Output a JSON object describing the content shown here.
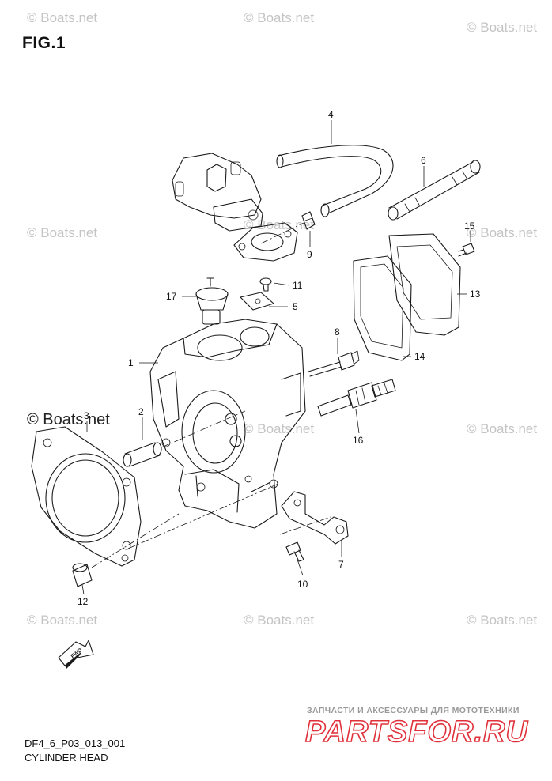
{
  "figure_title": "FIG.1",
  "watermark": "© Boats.net",
  "drawing_code": "DF4_6_P03_013_001",
  "caption": "CYLINDER HEAD",
  "fwd_label": "FWD",
  "footer": {
    "tagline": "ЗАПЧАСТИ И АКСЕССУАРЫ ДЛЯ МОТОТЕХНИКИ",
    "logo": "PARTSFOR.RU"
  },
  "callouts": [
    "1",
    "2",
    "3",
    "4",
    "5",
    "6",
    "7",
    "8",
    "9",
    "10",
    "11",
    "12",
    "13",
    "14",
    "15",
    "16",
    "17"
  ]
}
